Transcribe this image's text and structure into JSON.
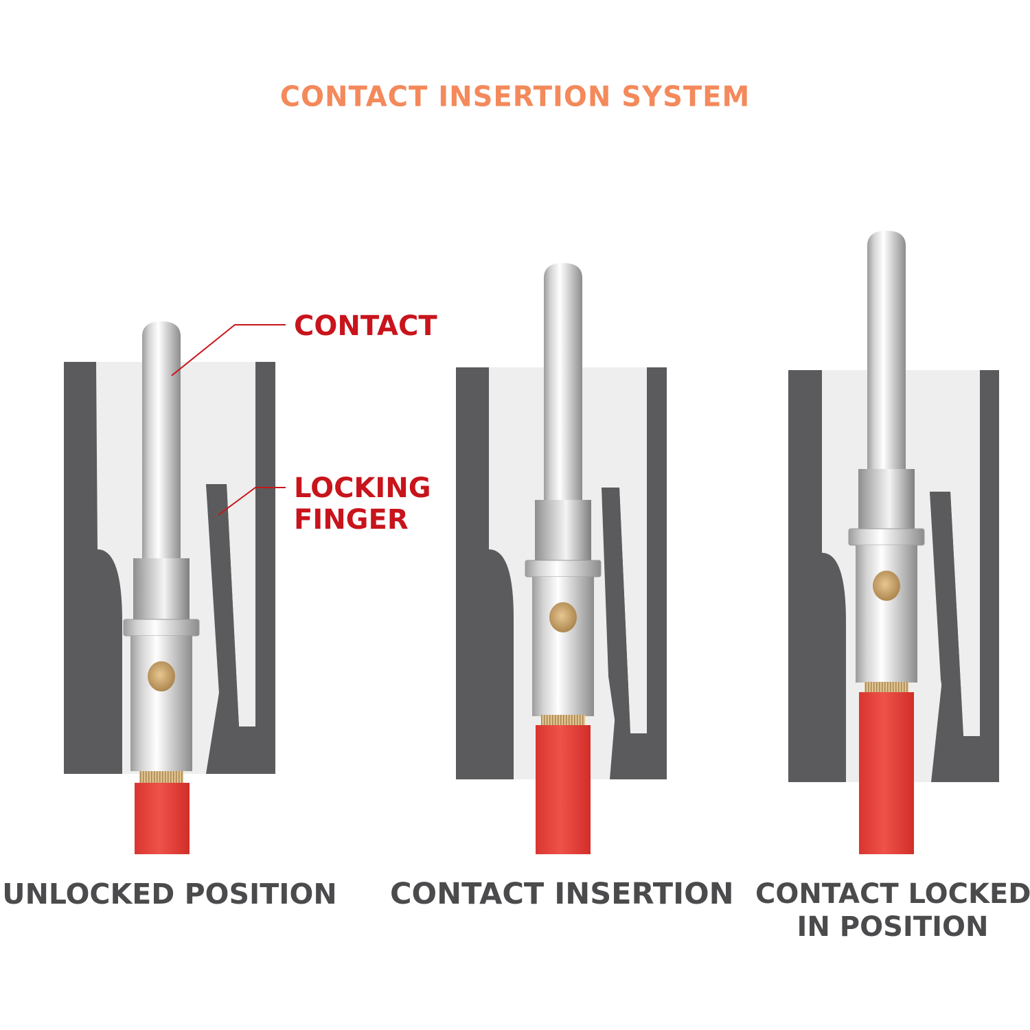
{
  "title": "CONTACT INSERTION SYSTEM",
  "callouts": {
    "contact": "CONTACT",
    "locking_finger_line1": "LOCKING",
    "locking_finger_line2": "FINGER"
  },
  "panels": [
    {
      "caption_line1": "UNLOCKED POSITION",
      "caption_line2": ""
    },
    {
      "caption_line1": "CONTACT INSERTION",
      "caption_line2": ""
    },
    {
      "caption_line1": "CONTACT LOCKED",
      "caption_line2": "IN POSITION"
    }
  ],
  "colors": {
    "title": "#f4895b",
    "callout": "#c8141c",
    "caption": "#4b4b4d",
    "housing": "#5b5b5d",
    "cavity": "#eeeeee",
    "wire": "#e8463f",
    "strands": "#c9a46b"
  }
}
